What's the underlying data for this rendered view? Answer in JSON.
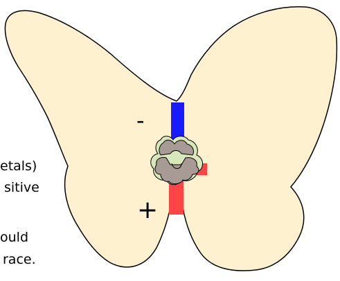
{
  "colors": {
    "wing_fill": "#fdf1cf",
    "wing_stroke": "#000000",
    "negative_bar": "#1a1aff",
    "positive_bar": "#ff4444",
    "body_fill": "#a89a94"
  },
  "labels": {
    "negative_sign": "-",
    "positive_sign": "+"
  },
  "cropped_text": {
    "line1": "etals)",
    "line2": "sitive",
    "line3": "ould",
    "line4": "race."
  }
}
